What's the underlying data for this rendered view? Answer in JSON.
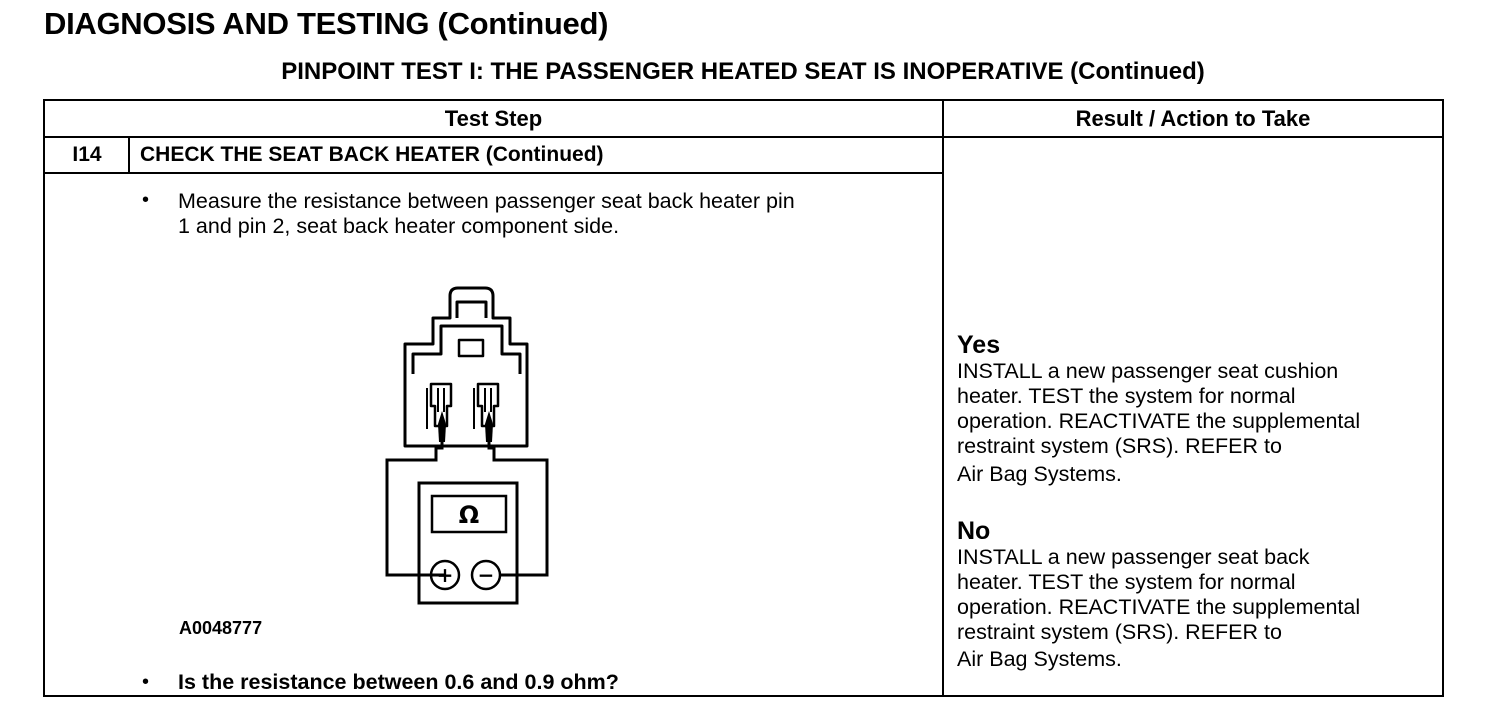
{
  "page_heading": "DIAGNOSIS AND TESTING (Continued)",
  "test_title": "PINPOINT TEST I: THE PASSENGER HEATED SEAT IS INOPERATIVE (Continued)",
  "table": {
    "headers": {
      "test_step": "Test Step",
      "result_action": "Result / Action to Take"
    },
    "step": {
      "id": "I14",
      "title": "CHECK THE SEAT BACK HEATER (Continued)",
      "bullet_symbol": "•",
      "instruction_lines": [
        "Measure the resistance between passenger seat back heater pin",
        "1 and pin 2, seat back heater component side."
      ],
      "figure": {
        "code": "A0048777",
        "meter_symbol": "Ω",
        "plus_symbol": "+",
        "minus_symbol": "−"
      },
      "question": "Is the resistance between 0.6 and 0.9 ohm?"
    },
    "results": {
      "yes": {
        "label": "Yes",
        "lines": [
          "INSTALL a new passenger seat cushion",
          "heater. TEST the system for normal",
          "operation. REACTIVATE the supplemental",
          "restraint system (SRS). REFER to",
          "Air Bag Systems."
        ]
      },
      "no": {
        "label": "No",
        "lines": [
          "INSTALL a new passenger seat back",
          "heater. TEST the system for normal",
          "operation. REACTIVATE the supplemental",
          "restraint system (SRS). REFER to",
          "Air Bag Systems."
        ]
      }
    }
  }
}
